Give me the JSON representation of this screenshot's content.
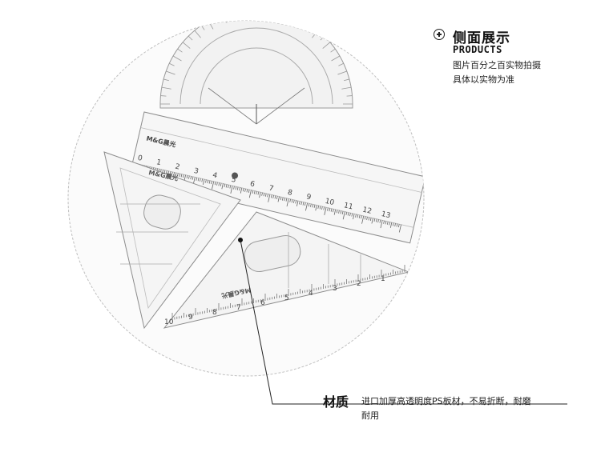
{
  "header": {
    "title": "侧面展示",
    "subtitle": "PRODUCTS",
    "note_line1": "图片百分之百实物拍摄",
    "note_line2": "具体以实物为准"
  },
  "material": {
    "label": "材质",
    "desc_line1": "进口加厚高透明度PS板材，不易折断，耐磨",
    "desc_line2": "耐用"
  },
  "rulers": {
    "brand": "M&G晨光",
    "straight_ticks": [
      "0",
      "1",
      "2",
      "3",
      "4",
      "5",
      "6",
      "7",
      "8",
      "9",
      "10",
      "11",
      "12",
      "13"
    ],
    "triangle_ticks": [
      "10",
      "9",
      "8",
      "7",
      "6",
      "5",
      "4",
      "3",
      "2",
      "1"
    ]
  }
}
